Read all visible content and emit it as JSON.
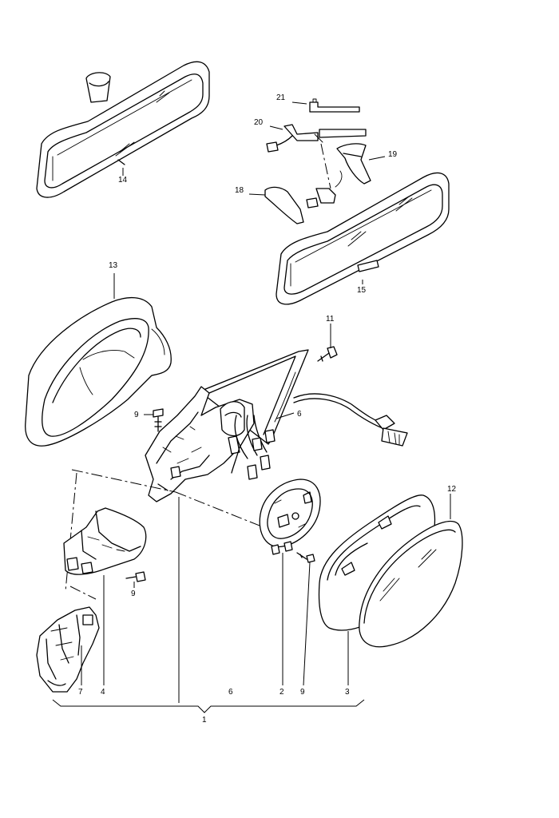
{
  "diagram": {
    "parts": [
      {
        "id": "p14",
        "name": "interior-mirror-left",
        "callout": "14"
      },
      {
        "id": "p15",
        "name": "interior-mirror-right",
        "callout": "15"
      },
      {
        "id": "p21",
        "name": "trim-clip",
        "callout": "21"
      },
      {
        "id": "p20",
        "name": "wiring-bracket",
        "callout": "20"
      },
      {
        "id": "p19",
        "name": "mirror-cover-upper",
        "callout": "19"
      },
      {
        "id": "p18",
        "name": "mirror-cover-lower",
        "callout": "18"
      },
      {
        "id": "p13",
        "name": "mirror-housing-cap",
        "callout": "13"
      },
      {
        "id": "p11",
        "name": "bolt",
        "callout": "11"
      },
      {
        "id": "p9a",
        "name": "screw-upper",
        "callout": "9"
      },
      {
        "id": "p6a",
        "name": "mirror-base-frame",
        "callout": "6"
      },
      {
        "id": "p12",
        "name": "mirror-glass",
        "callout": "12"
      },
      {
        "id": "p9b",
        "name": "screw-lower",
        "callout": "9"
      },
      {
        "id": "p7",
        "name": "indicator-housing",
        "callout": "7"
      },
      {
        "id": "p4",
        "name": "lower-cover",
        "callout": "4"
      },
      {
        "id": "p6b",
        "name": "assembly-bracket",
        "callout": "6"
      },
      {
        "id": "p2",
        "name": "adjuster-motor",
        "callout": "2"
      },
      {
        "id": "p9c",
        "name": "screw-motor",
        "callout": "9"
      },
      {
        "id": "p3",
        "name": "glass-carrier-plate",
        "callout": "3"
      },
      {
        "id": "p1",
        "name": "complete-assembly",
        "callout": "1"
      }
    ]
  }
}
